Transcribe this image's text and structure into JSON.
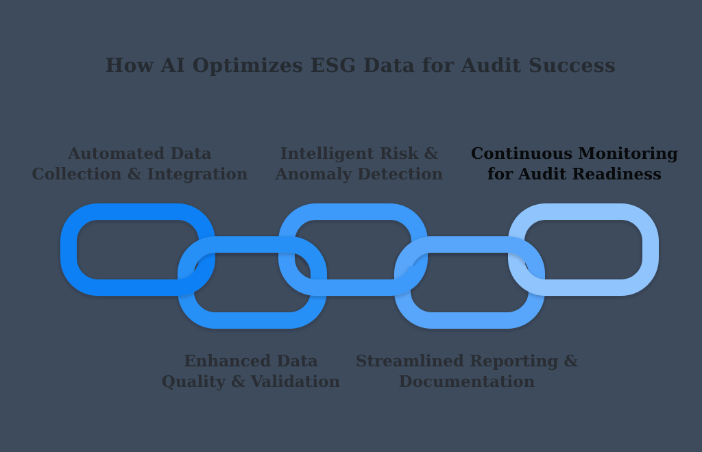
{
  "title": "How AI Optimizes ESG Data for Audit Success",
  "colors": {
    "background": "#3D4B5C",
    "title_text": "#262B31",
    "label_text": "#2A2E34",
    "label_text_emphasized": "#08090B"
  },
  "steps": [
    {
      "step": 1,
      "label_lines": [
        "Automated Data",
        "Collection & Integration"
      ],
      "link_color": "#0A80F5",
      "label_position": "top",
      "emphasized": false
    },
    {
      "step": 2,
      "label_lines": [
        "Enhanced Data",
        "Quality & Validation"
      ],
      "link_color": "#2690F7",
      "label_position": "bottom",
      "emphasized": false
    },
    {
      "step": 3,
      "label_lines": [
        "Intelligent Risk &",
        "Anomaly Detection"
      ],
      "link_color": "#3D9AFA",
      "label_position": "top",
      "emphasized": false
    },
    {
      "step": 4,
      "label_lines": [
        "Streamlined Reporting &",
        "Documentation"
      ],
      "link_color": "#58A6FB",
      "label_position": "bottom",
      "emphasized": false
    },
    {
      "step": 5,
      "label_lines": [
        "Continuous Monitoring",
        "for Audit Readiness"
      ],
      "link_color": "#8FC4FD",
      "label_position": "top",
      "emphasized": true
    }
  ]
}
